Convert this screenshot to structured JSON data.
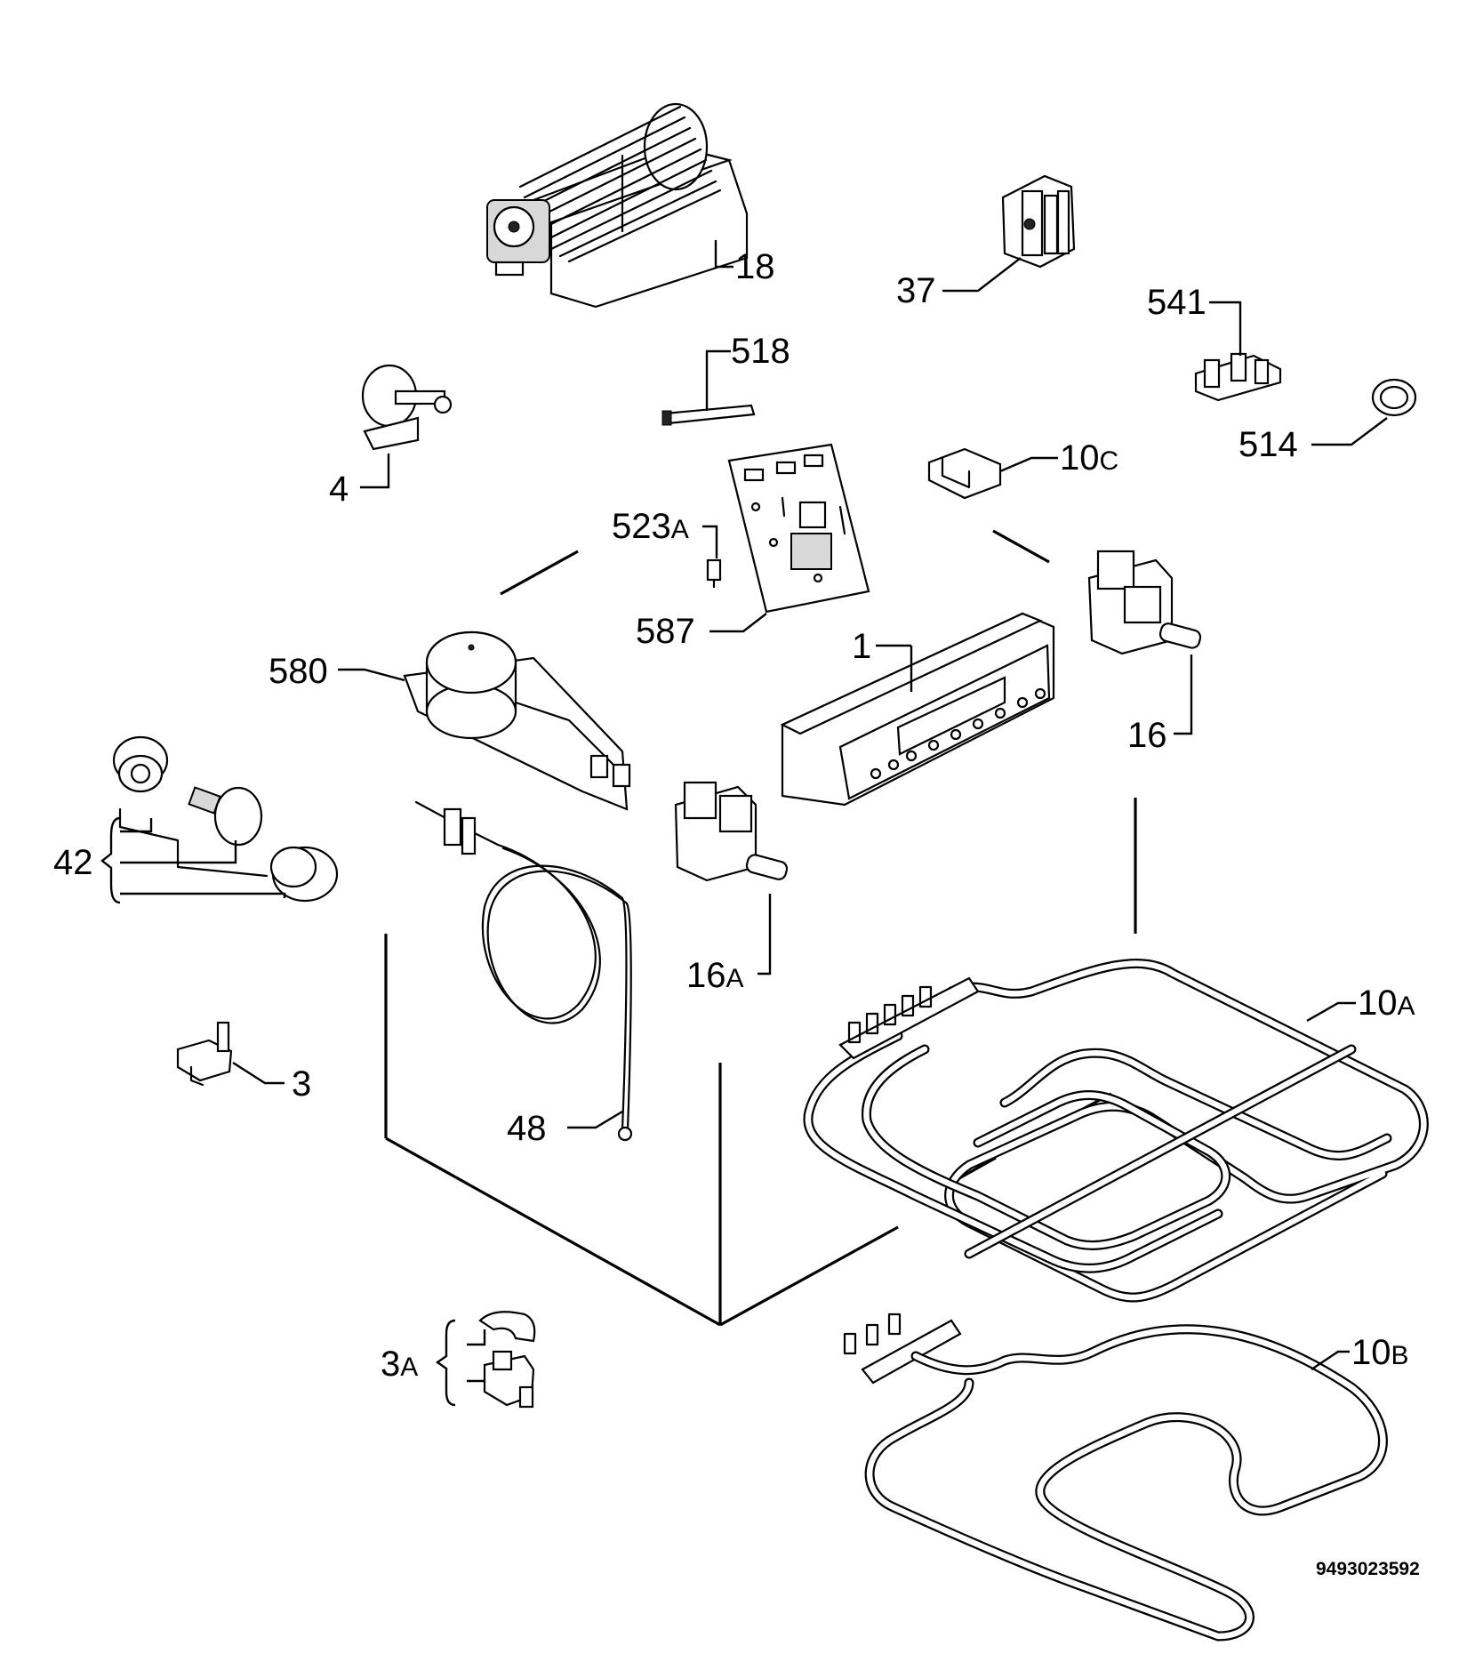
{
  "document_id": "9493023592",
  "callouts": {
    "p1": "1",
    "p3": "3",
    "p3A_main": "3",
    "p3A_suffix": "A",
    "p4": "4",
    "p10A_main": "10",
    "p10A_suffix": "A",
    "p10B_main": "10",
    "p10B_suffix": "B",
    "p10C_main": "10",
    "p10C_suffix": "C",
    "p16": "16",
    "p16A_main": "16",
    "p16A_suffix": "A",
    "p18": "18",
    "p37": "37",
    "p42": "42",
    "p48": "48",
    "p514": "514",
    "p518": "518",
    "p523A_main": "523",
    "p523A_suffix": "A",
    "p541": "541",
    "p580": "580",
    "p587": "587"
  }
}
